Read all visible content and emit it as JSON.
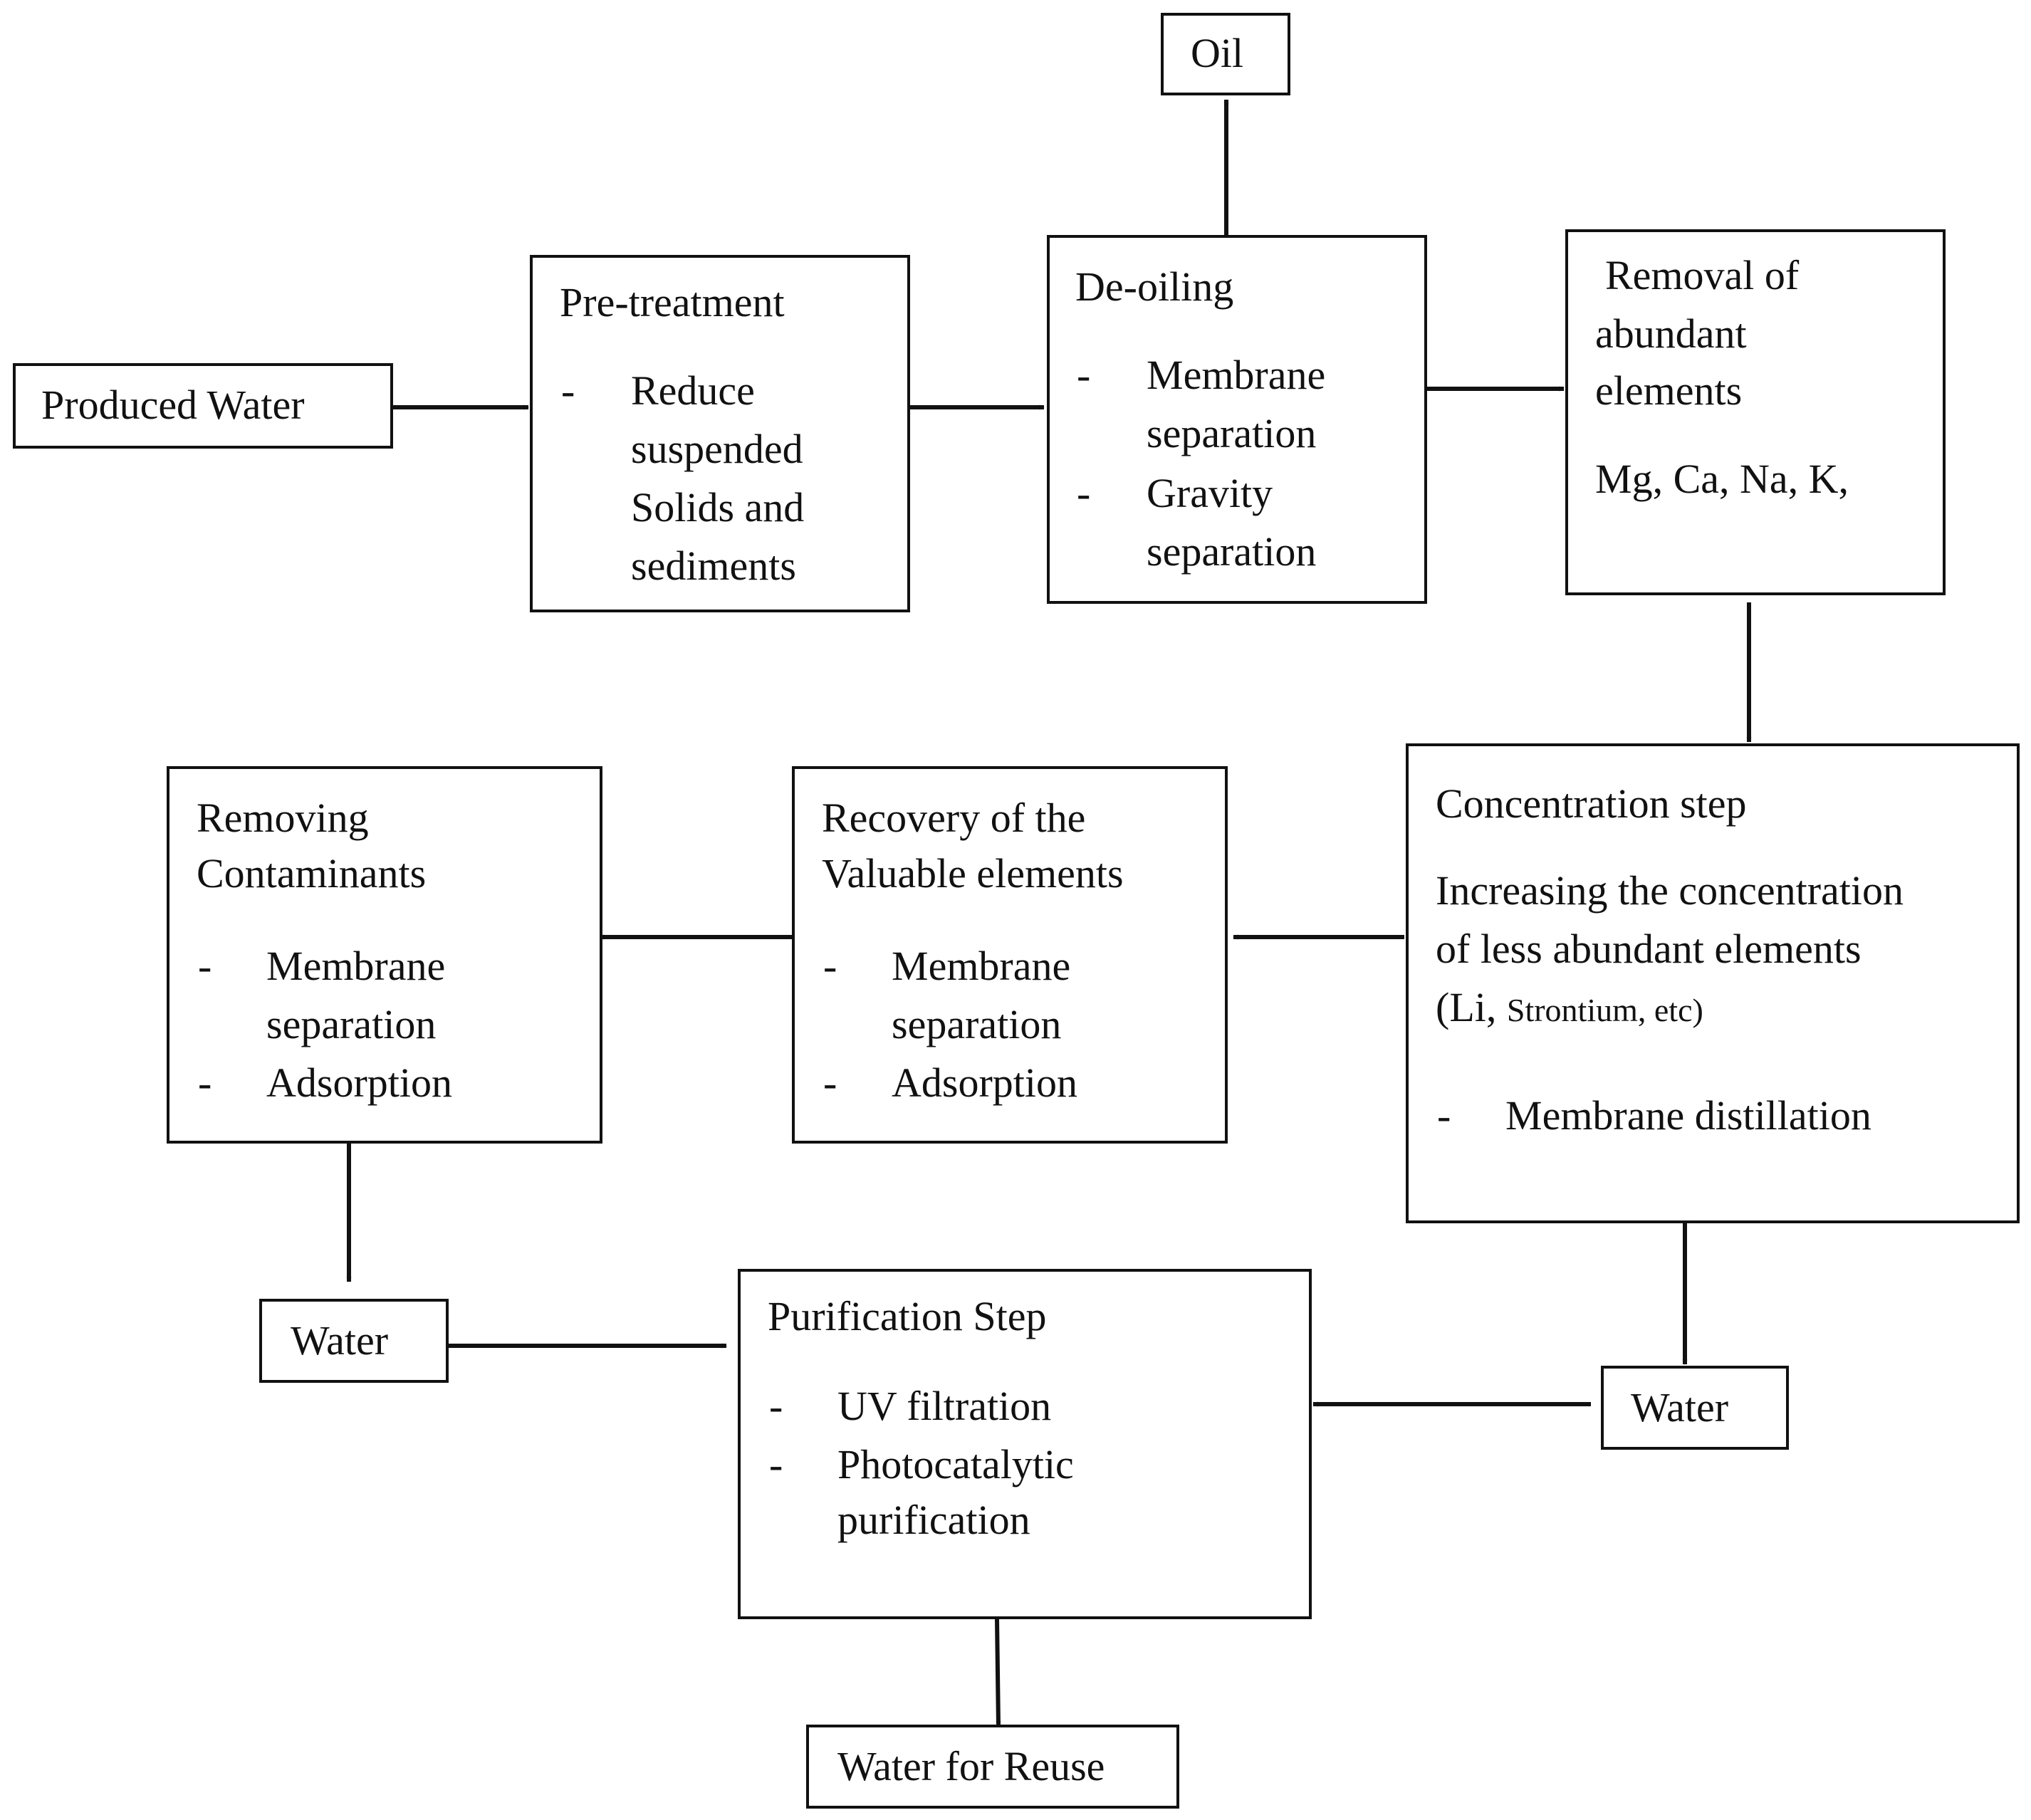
{
  "nodes": {
    "produced_water": {
      "label": "Produced Water"
    },
    "oil": {
      "label": "Oil"
    },
    "pretreatment": {
      "title": "Pre-treatment",
      "bullet_lines": [
        "Reduce",
        "suspended",
        "Solids and",
        "sediments"
      ]
    },
    "deoiling": {
      "title": "De-oiling",
      "bullets": [
        {
          "lines": [
            "Membrane",
            "separation"
          ]
        },
        {
          "lines": [
            "Gravity",
            "separation"
          ]
        }
      ]
    },
    "removal": {
      "title_lines": [
        "Removal of",
        "abundant",
        "elements"
      ],
      "elements": "Mg, Ca, Na, K,"
    },
    "concentration": {
      "title": "Concentration step",
      "desc_lines": [
        "Increasing the concentration",
        "of less abundant elements"
      ],
      "desc_paren_open": "(Li,",
      "desc_paren_rest": "Strontium, etc)",
      "bullet": "Membrane distillation"
    },
    "recovery": {
      "title_lines": [
        "Recovery of the",
        "Valuable elements"
      ],
      "bullets": [
        {
          "lines": [
            "Membrane",
            "separation"
          ]
        },
        {
          "lines": [
            "Adsorption"
          ]
        }
      ]
    },
    "removing": {
      "title_lines": [
        "Removing",
        "Contaminants"
      ],
      "bullets": [
        {
          "lines": [
            "Membrane",
            "separation"
          ]
        },
        {
          "lines": [
            "Adsorption"
          ]
        }
      ]
    },
    "water_left": {
      "label": "Water"
    },
    "water_right": {
      "label": "Water"
    },
    "purification": {
      "title": "Purification Step",
      "bullets": [
        {
          "lines": [
            "UV filtration"
          ]
        },
        {
          "lines": [
            "Photocatalytic",
            "purification"
          ]
        }
      ]
    },
    "water_reuse": {
      "label": "Water for Reuse"
    }
  },
  "bullet_marker": "-"
}
